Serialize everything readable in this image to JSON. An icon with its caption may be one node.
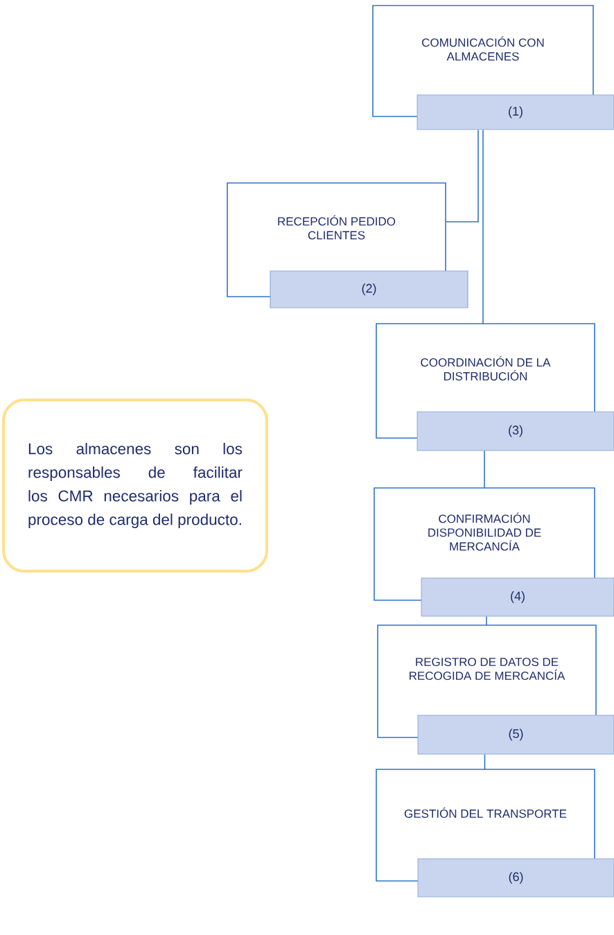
{
  "diagram": {
    "nodes": [
      {
        "text": [
          "COMUNICACIÓN CON ALMACENES"
        ]
      },
      {
        "text": [
          "(1)"
        ]
      },
      {
        "text": [
          "RECEPCIÓN PEDIDO CLIENTES"
        ]
      },
      {
        "text": [
          "(2)"
        ]
      },
      {
        "text": [
          "COORDINACIÓN DE LA DISTRIBUCIÓN"
        ]
      },
      {
        "text": [
          "(3)"
        ]
      },
      {
        "text": [
          "CONFIRMACIÓN DISPONIBILIDAD DE MERCANCÍA"
        ]
      },
      {
        "text": [
          "(4)"
        ]
      },
      {
        "text": [
          "REGISTRO DE DATOS DE RECOGIDA DE MERCANCÍA"
        ]
      },
      {
        "text": [
          "(5)"
        ]
      },
      {
        "text": [
          "GESTIÓN DEL TRANSPORTE"
        ]
      },
      {
        "text": [
          "(6)"
        ]
      },
      {
        "text": [
          "Los almacenes son los responsables de facilitar los CMR necesarios para el proceso de carga del producto."
        ]
      }
    ],
    "edges": [
      {
        "from": 1,
        "to": 2,
        "arrow": "none"
      },
      {
        "from": 1,
        "to": 4,
        "arrow": "none"
      },
      {
        "from": 5,
        "to": 6,
        "arrow": "none"
      },
      {
        "from": 7,
        "to": 8,
        "arrow": "none"
      },
      {
        "from": 9,
        "to": 10,
        "arrow": "none"
      }
    ]
  }
}
